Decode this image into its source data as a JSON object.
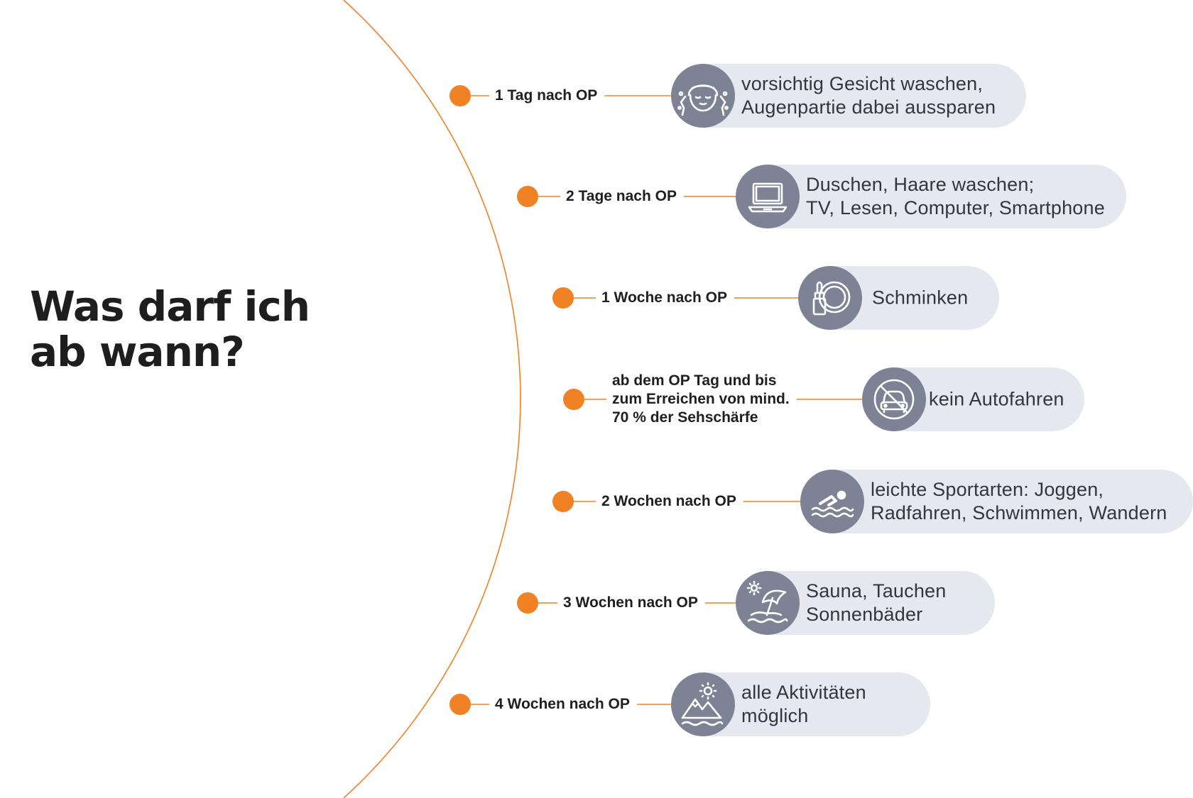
{
  "headline": {
    "line1": "Was darf ich",
    "line2": "ab wann?"
  },
  "colors": {
    "accent": "#f08125",
    "pill_bg": "#e5e8ef",
    "icon_bg": "#7d8294",
    "text": "#1f1f1f"
  },
  "steps": [
    {
      "label_lines": [
        "1 Tag nach OP"
      ],
      "icon": "face-washing-icon",
      "text_lines": [
        "vorsichtig Gesicht waschen,",
        "Augenpartie dabei aussparen"
      ]
    },
    {
      "label_lines": [
        "2 Tage nach OP"
      ],
      "icon": "laptop-icon",
      "text_lines": [
        "Duschen, Haare waschen;",
        "TV, Lesen, Computer, Smartphone"
      ]
    },
    {
      "label_lines": [
        "1 Woche nach OP"
      ],
      "icon": "makeup-icon",
      "text_lines": [
        "Schminken"
      ]
    },
    {
      "label_lines": [
        "ab dem OP Tag und bis",
        "zum Erreichen von mind.",
        "70 % der Sehschärfe"
      ],
      "icon": "no-car-icon",
      "text_lines": [
        "kein Autofahren"
      ]
    },
    {
      "label_lines": [
        "2 Wochen nach OP"
      ],
      "icon": "swimmer-icon",
      "text_lines": [
        "leichte Sportarten: Joggen,",
        "Radfahren, Schwimmen, Wandern"
      ]
    },
    {
      "label_lines": [
        "3 Wochen nach OP"
      ],
      "icon": "beach-umbrella-icon",
      "text_lines": [
        "Sauna, Tauchen",
        "Sonnenbäder"
      ]
    },
    {
      "label_lines": [
        "4 Wochen nach OP"
      ],
      "icon": "mountains-sun-icon",
      "text_lines": [
        "alle Aktivitäten",
        "möglich"
      ]
    }
  ]
}
